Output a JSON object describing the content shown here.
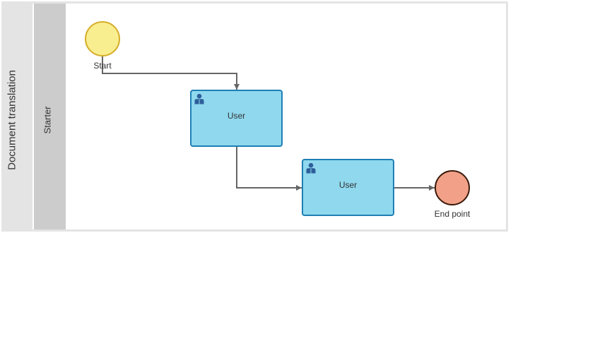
{
  "pool": {
    "title": "Document translation",
    "lane": "Starter"
  },
  "start_event": {
    "label": "Start"
  },
  "end_event": {
    "label": "End point"
  },
  "tasks": [
    {
      "label": "User",
      "icon": "user-icon"
    },
    {
      "label": "User",
      "icon": "user-icon"
    }
  ],
  "colors": {
    "pool_header": "#e4e4e4",
    "lane_header": "#cccccc",
    "start_fill": "#f9ee8f",
    "start_stroke": "#d4ad2a",
    "end_fill": "#f2a188",
    "end_stroke": "#3b1a0a",
    "task_fill": "#8fd8ee",
    "task_stroke": "#1f7fb4",
    "edge": "#666666"
  }
}
